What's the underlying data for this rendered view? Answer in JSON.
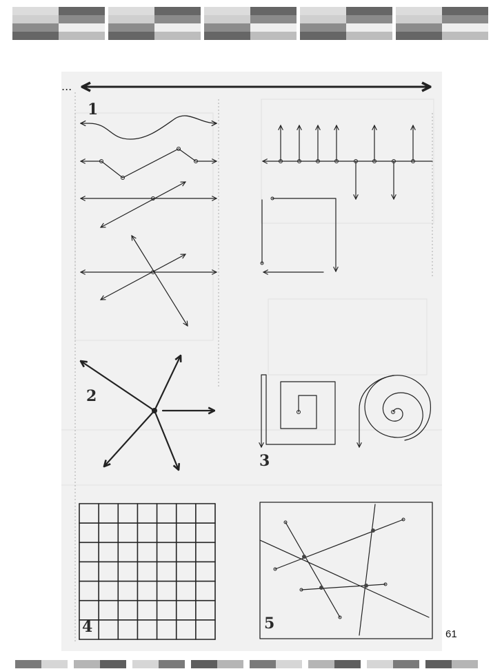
{
  "page": {
    "page_number": "61"
  },
  "figures": [
    {
      "label": "1",
      "description_icon": "line-variations"
    },
    {
      "label": "2",
      "description_icon": "radial-arrows"
    },
    {
      "label": "3",
      "description_icon": "spirals"
    },
    {
      "label": "4",
      "description_icon": "grid"
    },
    {
      "label": "5",
      "description_icon": "intersecting-lines"
    }
  ],
  "colors": {
    "ink": "#222222",
    "paper": "#f1f1f1",
    "deco_dark": "#666666",
    "deco_light": "#dcdcdc"
  }
}
